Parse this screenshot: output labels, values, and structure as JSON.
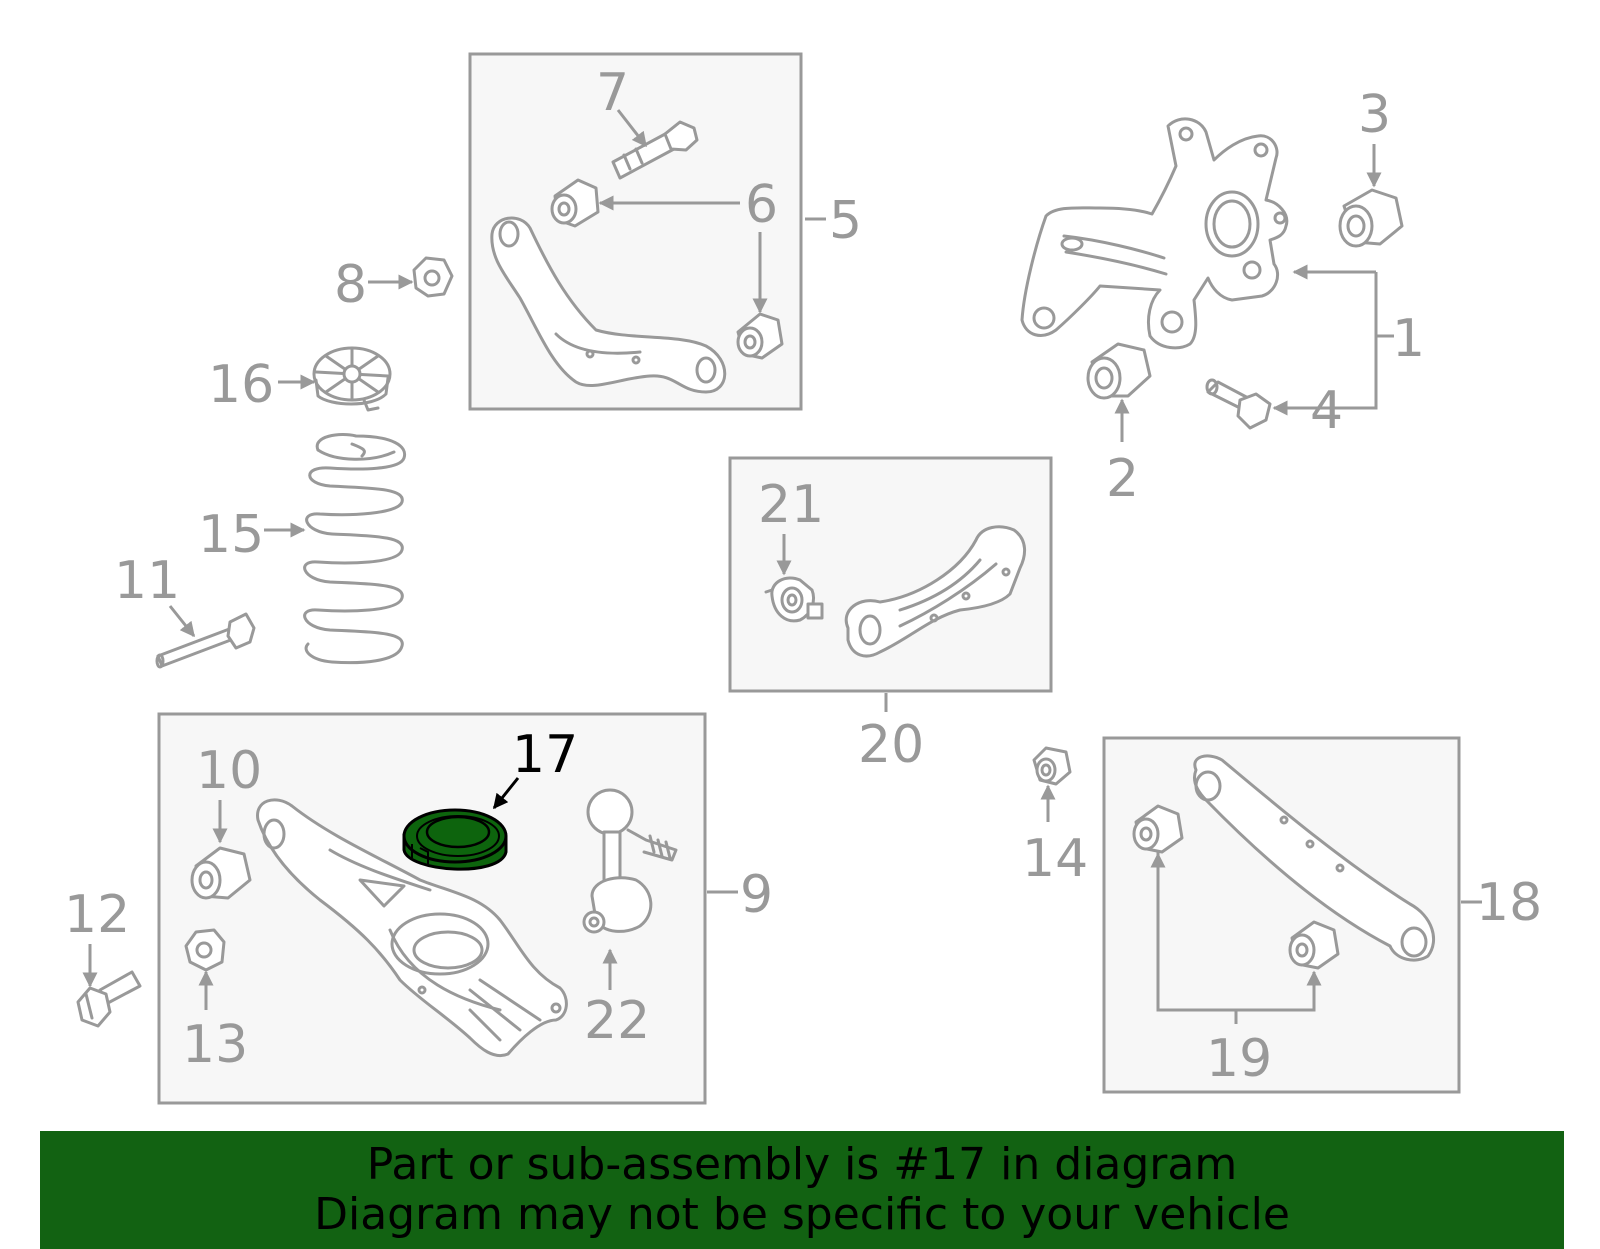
{
  "diagram": {
    "line_color": "#999999",
    "box_fill": "#f7f7f7",
    "highlight_fill": "#0d640d",
    "highlight_label_color": "#000000",
    "callouts": {
      "n1": "1",
      "n2": "2",
      "n3": "3",
      "n4": "4",
      "n5": "5",
      "n6": "6",
      "n7": "7",
      "n8": "8",
      "n9": "9",
      "n10": "10",
      "n11": "11",
      "n12": "12",
      "n13": "13",
      "n14": "14",
      "n15": "15",
      "n16": "16",
      "n17": "17",
      "n18": "18",
      "n19": "19",
      "n20": "20",
      "n21": "21",
      "n22": "22"
    },
    "highlighted_part": "17"
  },
  "banner": {
    "line1": "Part or sub-assembly is #17 in diagram",
    "line2": "Diagram may not be specific to your vehicle",
    "background": "#126212"
  }
}
